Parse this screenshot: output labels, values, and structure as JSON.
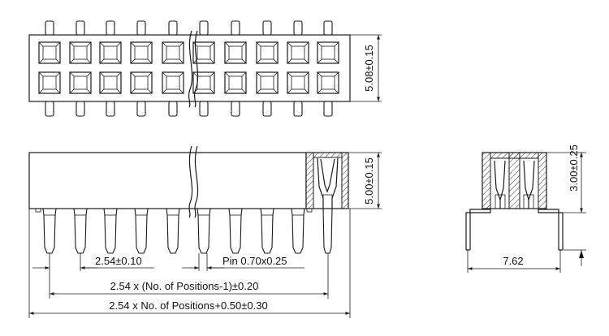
{
  "dimensions": {
    "top_height": "5.08±0.15",
    "side_height": "5.00±0.15",
    "pitch": "2.54±0.10",
    "pin_size": "Pin 0.70x0.25",
    "span_positions_minus_one": "2.54 x (No. of Positions-1)±0.20",
    "overall_length": "2.54 x No. of Positions+0.50±0.30",
    "end_height": "3.00±0.25",
    "row_spacing": "7.62"
  }
}
